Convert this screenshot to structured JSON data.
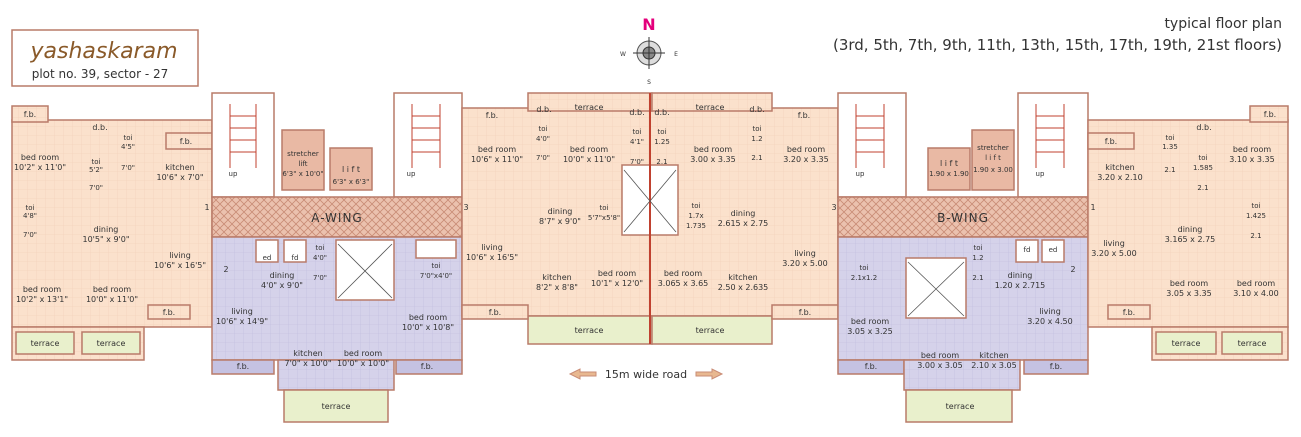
{
  "brand": {
    "name": "yashaskaram",
    "sub": "plot no. 39, sector - 27"
  },
  "header": {
    "title": "typical floor plan",
    "floors": "(3rd, 5th, 7th, 9th, 11th, 13th, 15th, 17th, 19th, 21st floors)"
  },
  "compass": {
    "n": "N",
    "w": "W",
    "e": "E",
    "s": "S"
  },
  "road": "15m wide road",
  "wings": {
    "a": "A-WING",
    "b": "B-WING"
  },
  "numbers": {
    "n1": "1",
    "n2": "2",
    "n3": "3"
  },
  "labels": {
    "fb": "f.b.",
    "db": "d.b.",
    "terrace": "terrace",
    "up": "up",
    "ed": "ed",
    "fd": "fd",
    "toi": "toi",
    "lift": "lift",
    "lift_sp": "l i f t",
    "stretcher": "stretcher",
    "bed_room": "bed room",
    "kitchen": "kitchen",
    "dining": "dining",
    "living": "living"
  },
  "dims": {
    "a_br1": "10'2\" x 11'0\"",
    "a_toi1": "5'2\"",
    "a_toi1b": "7'0\"",
    "a_toi2a": "4'5\"",
    "a_toi2b": "7'0\"",
    "a_kit1": "10'6\" x 7'0\"",
    "a_toi3a": "4'8\"",
    "a_toi3b": "7'0\"",
    "a_din1": "10'5\" x 9'0\"",
    "a_liv1": "10'6\" x 16'5\"",
    "a_br2": "10'2\" x 13'1\"",
    "a_br3": "10'0\" x 11'0\"",
    "stretcher_a": "6'3\" x 10'0\"",
    "lift_a": "6'3\" x 6'3\"",
    "a_din2": "4'0\" x 9'0\"",
    "a_toi4a": "4'0\"",
    "a_toi4b": "7'0\"",
    "a_toi5": "7'0\"x4'0\"",
    "a_liv2": "10'6\" x 14'9\"",
    "a_br4": "10'0\" x 10'8\"",
    "a_kit2": "7'0\" x 10'0\"",
    "a_br5": "10'0\" x 10'0\"",
    "c_br1": "10'6\" x 11'0\"",
    "c_toi1a": "4'0\"",
    "c_toi1b": "7'0\"",
    "c_br2": "10'0\" x 11'0\"",
    "c_toi2a": "4'1\"",
    "c_toi2b": "7'0\"",
    "c_din1": "8'7\" x 9'0\"",
    "c_toi3": "5'7\"x5'8\"",
    "c_liv1": "10'6\" x 16'5\"",
    "c_kit1": "8'2\" x 8'8\"",
    "c_br3": "10'1\" x 12'0\"",
    "c_toi4a": "1.25",
    "c_toi4b": "2.1",
    "c_br4": "3.00 x 3.35",
    "c_toi5a": "1.2",
    "c_toi5b": "2.1",
    "c_br5": "3.20 x 3.35",
    "c_toi6a": "1.7x",
    "c_toi6b": "1.735",
    "c_din2": "2.615 x 2.75",
    "c_br6": "3.065 x 3.65",
    "c_kit2": "2.50 x 2.635",
    "c_liv2": "3.20 x 5.00",
    "lift_b": "1.90 x 1.90",
    "stretcher_b": "1.90 x 3.00",
    "b_toi1": "2.1x1.2",
    "b_toi2a": "1.2",
    "b_toi2b": "2.1",
    "b_din1": "1.20 x 2.715",
    "b_br1": "3.05 x 3.25",
    "b_liv1": "3.20 x 4.50",
    "b_br2": "3.00 x 3.05",
    "b_kit1": "2.10 x 3.05",
    "b_kit2": "3.20 x 2.10",
    "b_toi3a": "1.35",
    "b_toi3b": "2.1",
    "b_toi4a": "1.585",
    "b_toi4b": "2.1",
    "b_br3": "3.10 x 3.35",
    "b_din2": "3.165 x 2.75",
    "b_toi5a": "1.425",
    "b_toi5b": "2.1",
    "b_liv2": "3.20 x 5.00",
    "b_br4": "3.05 x 3.35",
    "b_br5": "3.10 x 4.00"
  },
  "colors": {
    "flat_fill": "#fbe1cc",
    "lilac_fill": "#d5d2ea",
    "terrace_fill": "#e9f0cc",
    "corridor_fill": "#e9b9a4",
    "wall": "#b97b69",
    "compass_n": "#e4007c"
  }
}
